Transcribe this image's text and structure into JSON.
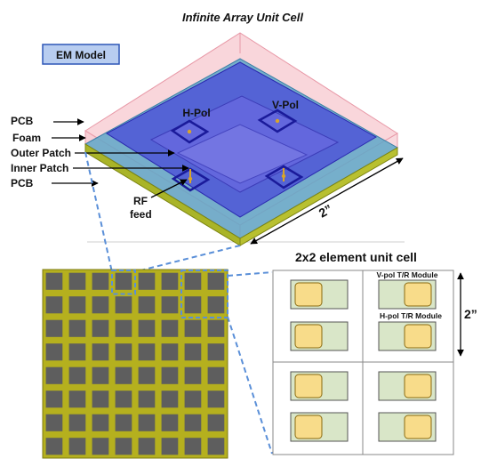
{
  "title": "Infinite Array Unit Cell",
  "em_model_badge": "EM Model",
  "layers": {
    "pcb_top": "PCB",
    "foam": "Foam",
    "outer_patch": "Outer Patch",
    "inner_patch": "Inner Patch",
    "pcb_bottom": "PCB"
  },
  "ports": {
    "h_pol": "H-Pol",
    "v_pol": "V-Pol",
    "rf_feed_line1": "RF",
    "rf_feed_line2": "feed"
  },
  "dimension_label": "2”",
  "unit_cell_title": "2x2 element unit cell",
  "modules": {
    "v_pol_label": "V-pol T/R Module",
    "h_pol_label": "H-pol T/R Module"
  },
  "unit_cell_dimension": "2”",
  "array_grid": {
    "rows": 8,
    "cols": 8
  },
  "colors": {
    "pcb_board": "#b5b01e",
    "pad": "#5e5e5e",
    "patch_blue": "#3d3fd6",
    "pcb_pink": "#f4b7c0",
    "pcb_teal": "#5fa7c8",
    "dashed_blue": "#5a8fd8",
    "module_green": "#d9e6c8",
    "module_chip": "#f8dc8a",
    "badge_bg": "#b8cdf0"
  }
}
